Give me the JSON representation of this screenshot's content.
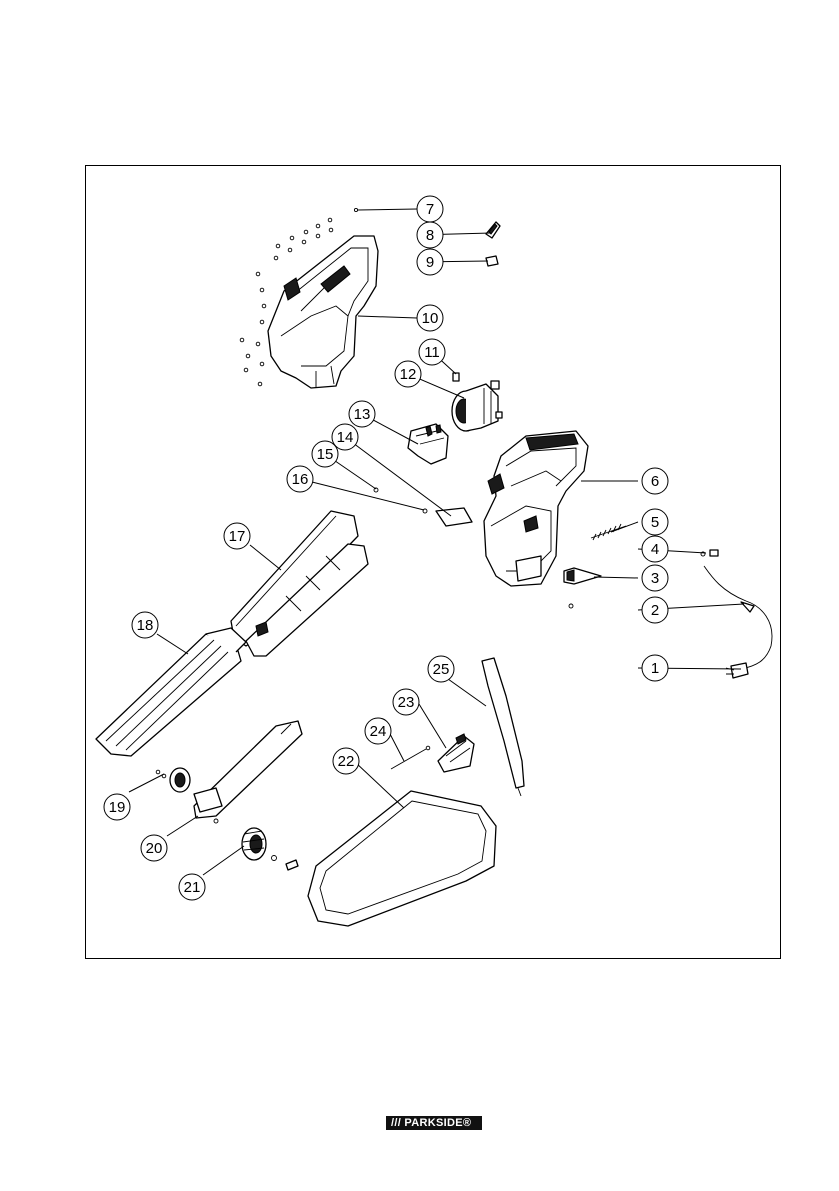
{
  "diagram": {
    "callouts": [
      {
        "id": "c1",
        "label": "1"
      },
      {
        "id": "c2",
        "label": "2"
      },
      {
        "id": "c3",
        "label": "3"
      },
      {
        "id": "c4",
        "label": "4"
      },
      {
        "id": "c5",
        "label": "5"
      },
      {
        "id": "c6",
        "label": "6"
      },
      {
        "id": "c7",
        "label": "7"
      },
      {
        "id": "c8",
        "label": "8"
      },
      {
        "id": "c9",
        "label": "9"
      },
      {
        "id": "c10",
        "label": "10"
      },
      {
        "id": "c11",
        "label": "11"
      },
      {
        "id": "c12",
        "label": "12"
      },
      {
        "id": "c13",
        "label": "13"
      },
      {
        "id": "c14",
        "label": "14"
      },
      {
        "id": "c15",
        "label": "15"
      },
      {
        "id": "c16",
        "label": "16"
      },
      {
        "id": "c17",
        "label": "17"
      },
      {
        "id": "c18",
        "label": "18"
      },
      {
        "id": "c19",
        "label": "19"
      },
      {
        "id": "c20",
        "label": "20"
      },
      {
        "id": "c21",
        "label": "21"
      },
      {
        "id": "c22",
        "label": "22"
      },
      {
        "id": "c23",
        "label": "23"
      },
      {
        "id": "c24",
        "label": "24"
      },
      {
        "id": "c25",
        "label": "25"
      }
    ]
  },
  "brand": {
    "logo_text": "/// PARKSIDE®"
  }
}
